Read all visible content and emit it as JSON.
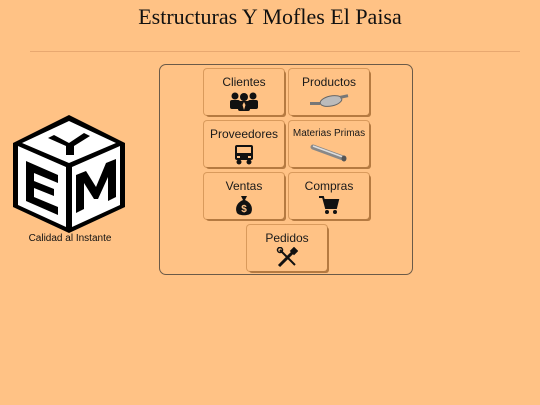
{
  "header": {
    "title": "Estructuras Y Mofles El Paisa"
  },
  "logo": {
    "text": "YEM",
    "tagline": "Calidad al Instante"
  },
  "menu": {
    "clientes": {
      "label": "Clientes",
      "icon": "users-icon"
    },
    "productos": {
      "label": "Productos",
      "icon": "muffler-icon"
    },
    "proveedores": {
      "label": "Proveedores",
      "icon": "truck-icon"
    },
    "materias_primas": {
      "label": "Materias Primas",
      "icon": "pipe-icon"
    },
    "ventas": {
      "label": "Ventas",
      "icon": "money-bag-icon"
    },
    "compras": {
      "label": "Compras",
      "icon": "cart-icon"
    },
    "pedidos": {
      "label": "Pedidos",
      "icon": "tools-icon"
    }
  }
}
